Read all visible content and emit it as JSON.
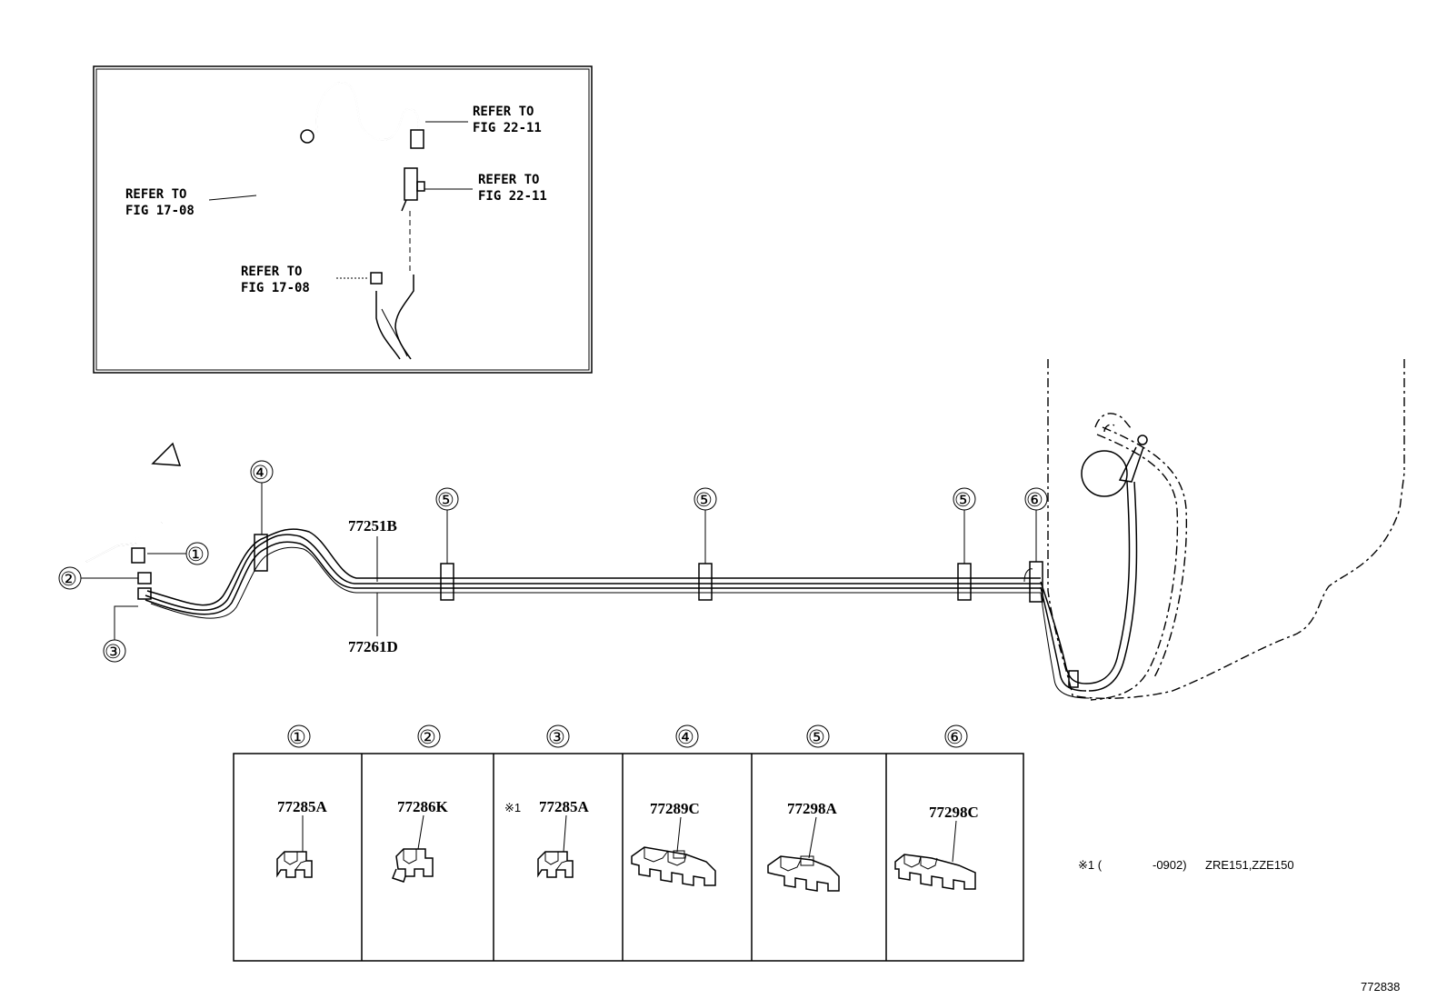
{
  "inset": {
    "refs": [
      {
        "id": "r1",
        "line1": "REFER TO",
        "line2": "FIG 22-11"
      },
      {
        "id": "r2",
        "line1": "REFER TO",
        "line2": "FIG 22-11"
      },
      {
        "id": "r3",
        "line1": "REFER TO",
        "line2": "FIG 17-08"
      },
      {
        "id": "r4",
        "line1": "REFER TO",
        "line2": "FIG 17-08"
      }
    ]
  },
  "main": {
    "part_upper": "77251B",
    "part_lower": "77261D",
    "callouts": [
      "①",
      "②",
      "③",
      "④",
      "⑤",
      "⑤",
      "⑤",
      "⑥"
    ]
  },
  "table": {
    "columns": [
      {
        "num": "①",
        "part": "77285A",
        "note": ""
      },
      {
        "num": "②",
        "part": "77286K",
        "note": ""
      },
      {
        "num": "③",
        "part": "77285A",
        "note": "※1"
      },
      {
        "num": "④",
        "part": "77289C",
        "note": ""
      },
      {
        "num": "⑤",
        "part": "77298A",
        "note": ""
      },
      {
        "num": "⑥",
        "part": "77298C",
        "note": ""
      }
    ]
  },
  "footnote": {
    "mark": "※1 (",
    "range": "-0902)",
    "models": "ZRE151,ZZE150"
  },
  "diagram_id": "772838"
}
